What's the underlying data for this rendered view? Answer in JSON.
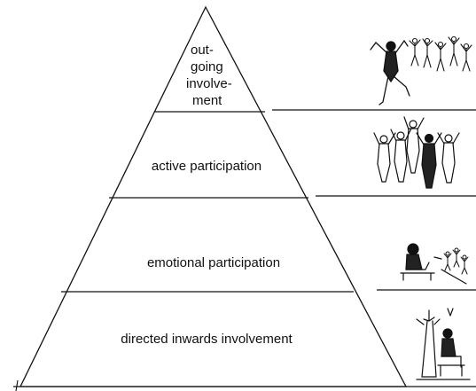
{
  "diagram": {
    "type": "pyramid",
    "line_color": "#111111",
    "levels": [
      {
        "label_lines": [
          "out-",
          "going",
          "involve-",
          "ment"
        ],
        "illustration": "jumping-figures-icon"
      },
      {
        "label_lines": [
          "active participation"
        ],
        "illustration": "cheering-group-icon"
      },
      {
        "label_lines": [
          "emotional participation"
        ],
        "illustration": "seated-spectator-icon"
      },
      {
        "label_lines": [
          "directed inwards involvement"
        ],
        "illustration": "person-under-tree-icon"
      }
    ]
  }
}
